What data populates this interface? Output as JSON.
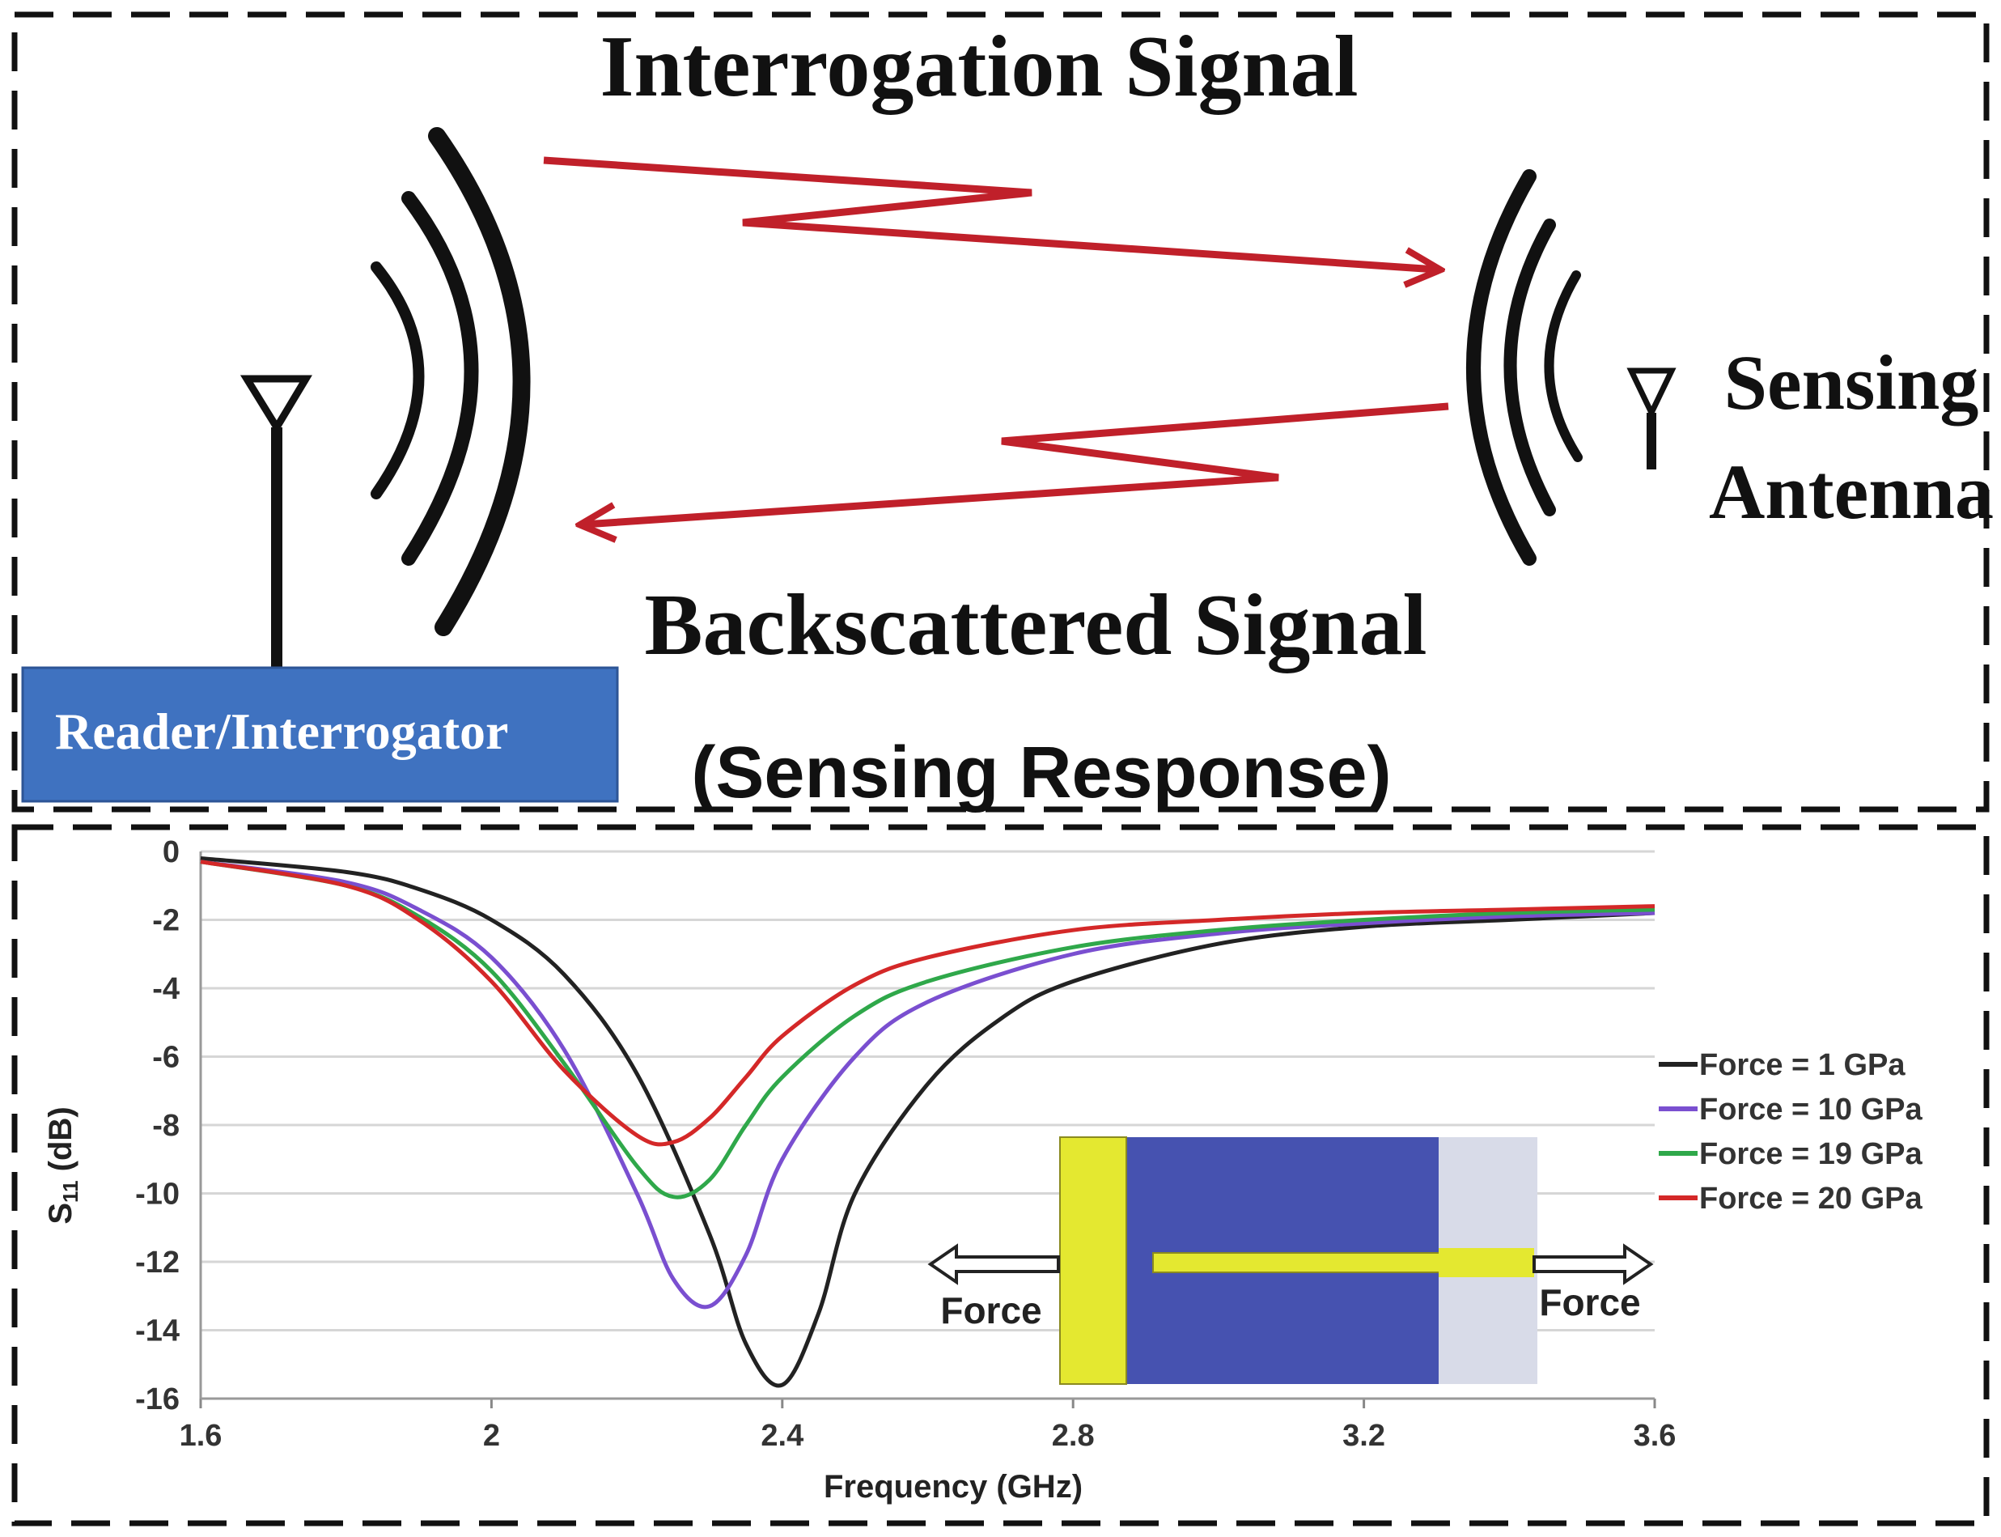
{
  "top_panel": {
    "interrogation_label": "Interrogation Signal",
    "backscatter_label": "Backscattered Signal",
    "response_label": "(Sensing Response)",
    "sensing_label_line1": "Sensing",
    "sensing_label_line2": "Antenna",
    "reader_label": "Reader/Interrogator",
    "colors": {
      "signal": "#c0202a",
      "reader_box": "#3f72c0",
      "waves": "#111111"
    }
  },
  "inset": {
    "force_left_label": "Force",
    "force_right_label": "Force",
    "colors": {
      "substrate": "#4652b0",
      "conductor": "#e4e830",
      "ground": "#d8dbe8"
    }
  },
  "chart_data": {
    "type": "line",
    "xlabel": "Frequency (GHz)",
    "ylabel": "S11 (dB)",
    "ylabel_main": "S",
    "ylabel_sub": "11",
    "ylabel_unit": " (dB)",
    "xlim": [
      1.6,
      3.6
    ],
    "ylim": [
      -16,
      0
    ],
    "xticks": [
      1.6,
      2,
      2.4,
      2.8,
      3.2,
      3.6
    ],
    "xtick_labels": [
      "1.6",
      "2",
      "2.4",
      "2.8",
      "3.2",
      "3.6"
    ],
    "yticks": [
      0,
      -2,
      -4,
      -6,
      -8,
      -10,
      -12,
      -14,
      -16
    ],
    "ytick_labels": [
      "0",
      "-2",
      "-4",
      "-6",
      "-8",
      "-10",
      "-12",
      "-14",
      "-16"
    ],
    "grid": true,
    "legend_position": "right",
    "series": [
      {
        "name": "Force = 1 GPa",
        "color": "#222222",
        "x": [
          1.6,
          1.8,
          1.9,
          2.0,
          2.1,
          2.2,
          2.3,
          2.35,
          2.4,
          2.45,
          2.5,
          2.6,
          2.7,
          2.8,
          3.0,
          3.2,
          3.4,
          3.6
        ],
        "y": [
          -0.2,
          -0.6,
          -1.1,
          -2.0,
          -3.6,
          -6.5,
          -11.2,
          -14.4,
          -15.6,
          -13.5,
          -10.0,
          -6.8,
          -4.9,
          -3.8,
          -2.7,
          -2.2,
          -2.0,
          -1.8
        ]
      },
      {
        "name": "Force = 10 GPa",
        "color": "#7a4fd0",
        "x": [
          1.6,
          1.8,
          1.9,
          2.0,
          2.1,
          2.2,
          2.25,
          2.3,
          2.35,
          2.4,
          2.5,
          2.6,
          2.8,
          3.0,
          3.2,
          3.4,
          3.6
        ],
        "y": [
          -0.3,
          -0.9,
          -1.7,
          -3.1,
          -5.8,
          -10.0,
          -12.5,
          -13.3,
          -11.8,
          -9.0,
          -6.0,
          -4.4,
          -3.0,
          -2.4,
          -2.1,
          -1.9,
          -1.8
        ]
      },
      {
        "name": "Force = 19 GPa",
        "color": "#2fa84a",
        "x": [
          1.6,
          1.8,
          1.9,
          2.0,
          2.1,
          2.2,
          2.25,
          2.3,
          2.35,
          2.4,
          2.5,
          2.6,
          2.8,
          3.0,
          3.2,
          3.4,
          3.6
        ],
        "y": [
          -0.3,
          -1.0,
          -1.9,
          -3.5,
          -6.2,
          -9.2,
          -10.1,
          -9.6,
          -8.0,
          -6.6,
          -4.8,
          -3.8,
          -2.8,
          -2.3,
          -2.0,
          -1.8,
          -1.7
        ]
      },
      {
        "name": "Force = 20 GPa",
        "color": "#d42828",
        "x": [
          1.6,
          1.8,
          1.9,
          2.0,
          2.1,
          2.2,
          2.25,
          2.3,
          2.35,
          2.4,
          2.5,
          2.6,
          2.8,
          3.0,
          3.2,
          3.4,
          3.6
        ],
        "y": [
          -0.3,
          -1.0,
          -2.0,
          -3.8,
          -6.4,
          -8.3,
          -8.5,
          -7.8,
          -6.6,
          -5.4,
          -3.9,
          -3.1,
          -2.3,
          -2.0,
          -1.8,
          -1.7,
          -1.6
        ]
      }
    ]
  }
}
